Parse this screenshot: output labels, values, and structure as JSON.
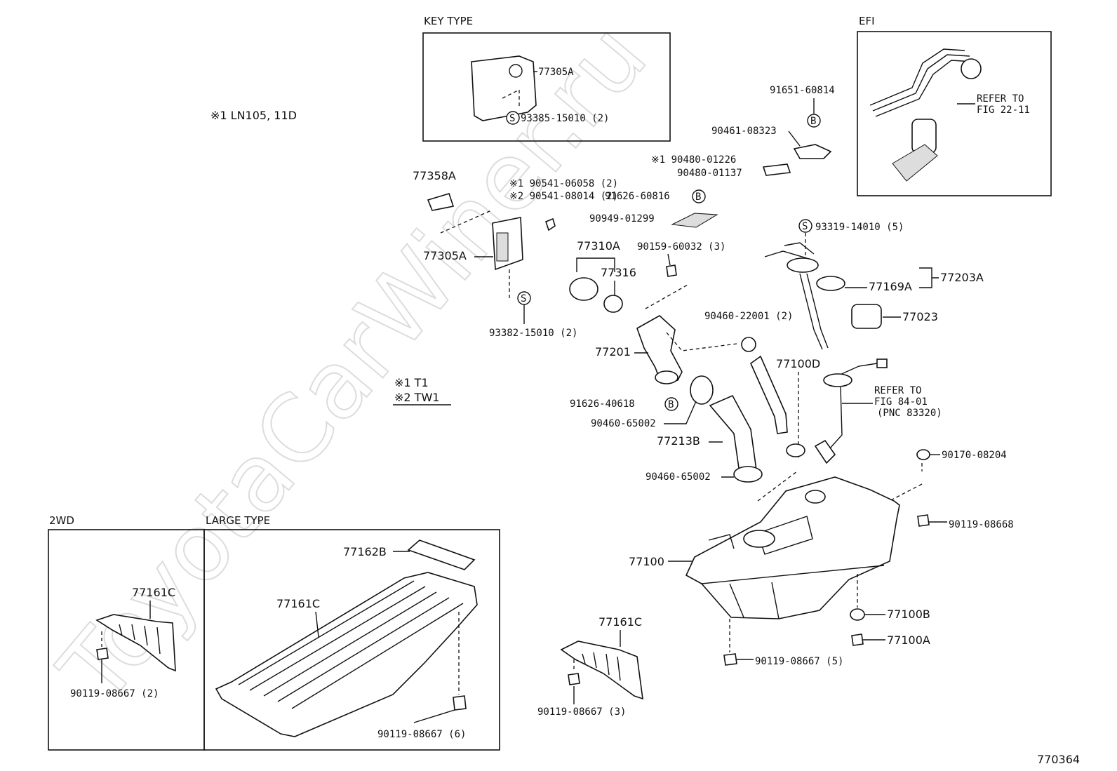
{
  "watermark": "ToyotaCarWiner.ru",
  "figure_number": "770364",
  "notes": {
    "n1_model": "※1 LN105, 11D",
    "n1_t1": "※1 T1",
    "n2_tw1": "※2 TW1"
  },
  "sections": {
    "key_type": "KEY TYPE",
    "efi": "EFI",
    "two_wd": "2WD",
    "large_type": "LARGE TYPE"
  },
  "badges": {
    "s": "S",
    "b": "B"
  },
  "parts": {
    "p77305a_key": "77305A",
    "p93385": "93385-15010 (2)",
    "refer_22_line1": "REFER TO",
    "refer_22_line2": "FIG 22-11",
    "p91651": "91651-60814",
    "p90461": "90461-08323",
    "p90480_01226": "※1 90480-01226",
    "p90480_01137": "90480-01137",
    "p77358a": "77358A",
    "p90541_06058": "※1 90541-06058 (2)",
    "p90541_08014": "※2 90541-08014 (2)",
    "p91626_60816": "91626-60816",
    "p90949": "90949-01299",
    "p93319": "93319-14010 (5)",
    "p77305a": "77305A",
    "p77310a": "77310A",
    "p90159": "90159-60032 (3)",
    "p77316": "77316",
    "p77169a": "77169A",
    "p77203a": "77203A",
    "p93382": "93382-15010 (2)",
    "p90460_22001": "90460-22001 (2)",
    "p77023": "77023",
    "p77201": "77201",
    "p77100d": "77100D",
    "refer_84_line1": "REFER TO",
    "refer_84_line2": "FIG 84-01",
    "refer_84_line3": "(PNC 83320)",
    "p91626_40618": "91626-40618",
    "p90460_65002_a": "90460-65002",
    "p77213b": "77213B",
    "p90460_65002_b": "90460-65002",
    "p90170": "90170-08204",
    "p90119_08668": "90119-08668",
    "p77100": "77100",
    "p77100b": "77100B",
    "p77100a": "77100A",
    "p90119_08667_5": "90119-08667 (5)",
    "p77161c_mid": "77161C",
    "p90119_08667_3": "90119-08667 (3)",
    "p77162b": "77162B",
    "p77161c_large": "77161C",
    "p90119_08667_6": "90119-08667 (6)",
    "p77161c_2wd": "77161C",
    "p90119_08667_2": "90119-08667 (2)"
  }
}
